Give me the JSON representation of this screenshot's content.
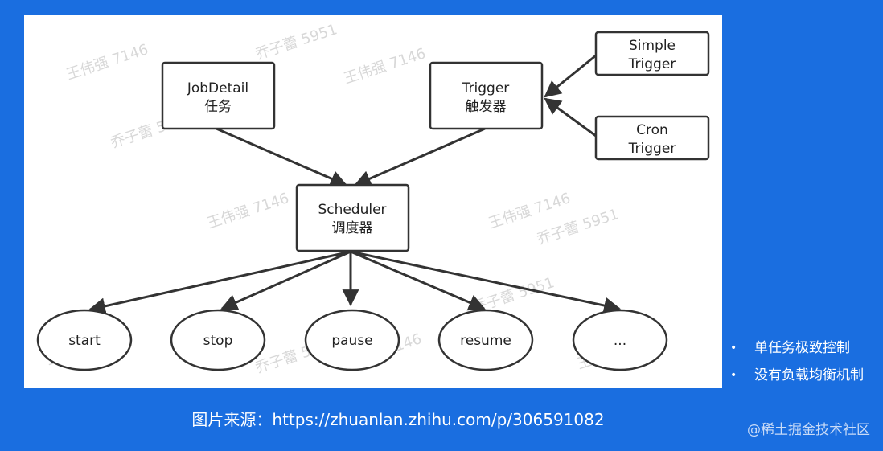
{
  "diagram": {
    "nodes": {
      "jobdetail": [
        "JobDetail",
        "任务"
      ],
      "trigger": [
        "Trigger",
        "触发器"
      ],
      "simple_trigger": [
        "Simple",
        "Trigger"
      ],
      "cron_trigger": [
        "Cron",
        "Trigger"
      ],
      "scheduler": [
        "Scheduler",
        "调度器"
      ]
    },
    "operations": [
      "start",
      "stop",
      "pause",
      "resume",
      "..."
    ],
    "watermarks": [
      "王伟强 7146",
      "乔子蕾 5951"
    ]
  },
  "bullets": [
    "单任务极致控制",
    "没有负载均衡机制"
  ],
  "caption": "图片来源：https://zhuanlan.zhihu.com/p/306591082",
  "corner_watermark": "@稀土掘金技术社区",
  "colors": {
    "background": "#1a6ee0",
    "panel": "#ffffff",
    "stroke": "#333333"
  }
}
